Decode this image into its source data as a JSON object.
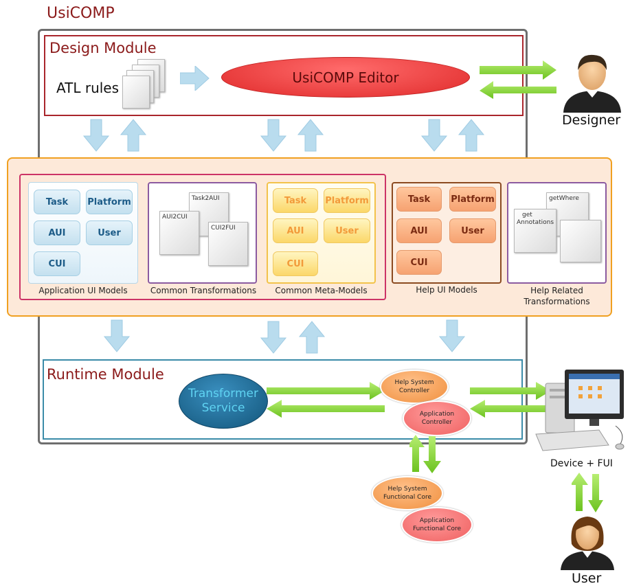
{
  "title": "UsiCOMP",
  "design_module": {
    "title": "Design Module",
    "atl_rules": "ATL rules",
    "editor": "UsiCOMP Editor"
  },
  "designer": "Designer",
  "models": {
    "application_ui": {
      "label": "Application UI Models",
      "chips": [
        "Task",
        "Platform",
        "AUI",
        "User",
        "CUI"
      ]
    },
    "common_transformations": {
      "label": "Common Transformations",
      "docs": [
        "Task2AUI",
        "AUI2CUI",
        "CUI2FUI"
      ]
    },
    "common_meta_models": {
      "label": "Common Meta-Models",
      "chips": [
        "Task",
        "Platform",
        "AUI",
        "User",
        "CUI"
      ]
    },
    "help_ui": {
      "label": "Help UI Models",
      "chips": [
        "Task",
        "Platform",
        "AUI",
        "User",
        "CUI"
      ]
    },
    "help_transformations": {
      "label_line1": "Help Related",
      "label_line2": "Transformations",
      "docs": [
        "getWhere",
        "get",
        "Annotations"
      ]
    }
  },
  "runtime_module": {
    "title": "Runtime Module",
    "transformer_line1": "Transformer",
    "transformer_line2": "Service",
    "help_controller_line1": "Help System",
    "help_controller_line2": "Controller",
    "app_controller_line1": "Application",
    "app_controller_line2": "Controller"
  },
  "functional_cores": {
    "help_line1": "Help System",
    "help_line2": "Functional Core",
    "app_line1": "Application",
    "app_line2": "Functional Core"
  },
  "device": "Device + FUI",
  "user": "User",
  "colors": {
    "title": "#8b1a1a",
    "editor": "#e83838",
    "transformer": "#1f6f99",
    "green_arrow": "#8bd63a",
    "blue_arrow": "#b9dcee"
  }
}
